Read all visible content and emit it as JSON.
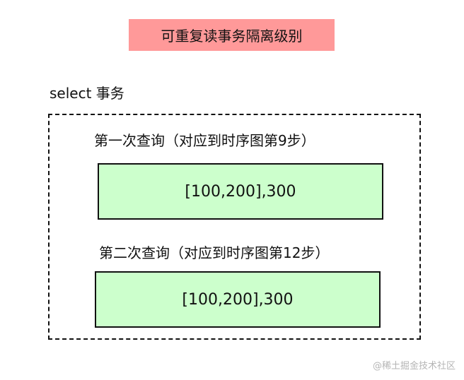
{
  "title": "可重复读事务隔离级别",
  "transaction_label": "select 事务",
  "queries": [
    {
      "caption": "第一次查询（对应到时序图第9步）",
      "result": "[100,200],300"
    },
    {
      "caption": "第二次查询（对应到时序图第12步）",
      "result": "[100,200],300"
    }
  ],
  "watermark": "@稀土掘金技术社区",
  "colors": {
    "title_background": "#ff9999",
    "result_background": "#ccffcc"
  }
}
